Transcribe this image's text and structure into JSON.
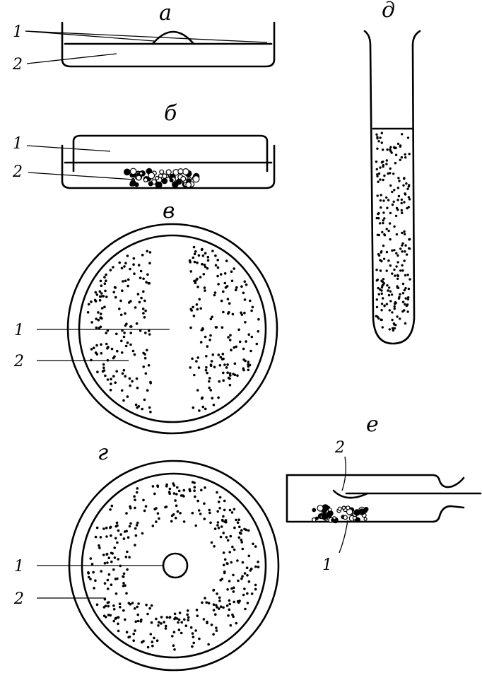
{
  "panels": {
    "a": {
      "letter": "а",
      "labels": [
        "1",
        "2"
      ]
    },
    "b": {
      "letter": "б",
      "labels": [
        "1",
        "2"
      ]
    },
    "v": {
      "letter": "в",
      "labels": [
        "1",
        "2"
      ]
    },
    "g": {
      "letter": "г",
      "labels": [
        "1",
        "2"
      ]
    },
    "d": {
      "letter": "д"
    },
    "e": {
      "letter": "е",
      "labels": [
        "2",
        "1"
      ]
    }
  },
  "colors": {
    "ink": "#000000",
    "paper": "#ffffff"
  }
}
